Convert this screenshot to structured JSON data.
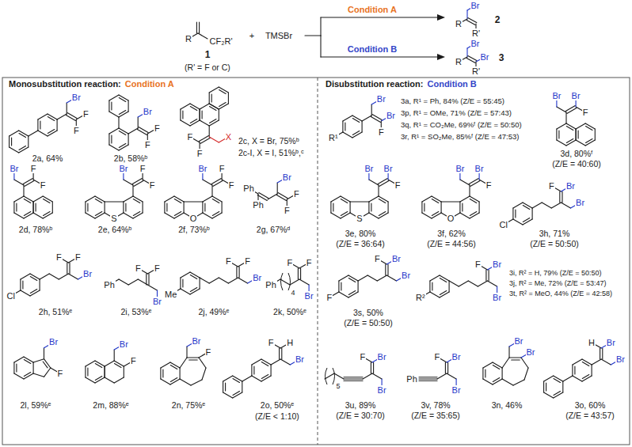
{
  "diagram": {
    "labels": [
      "Condition A",
      "Condition B",
      "R",
      "CF₂R'",
      "1",
      "(R' = F or C)",
      "+",
      "TMSBr",
      "Br",
      "R",
      "R'",
      "2",
      "Br",
      "Br",
      "R",
      "R'",
      "3",
      "Monosubstitution reaction:",
      "Condition A",
      "Disubstitution reaction:",
      "Condition B",
      "Br",
      "F",
      "F",
      "2a, 64%",
      "Br",
      "F",
      "F",
      "2b, 58%ᵇ",
      "X",
      "F",
      "F",
      "2c, X = Br, 75%ᵇ",
      "2c-I, X = I, 51%ᵇ,ᶜ",
      "Br",
      "F",
      "F",
      "2d, 78%ᵇ",
      "S",
      "Br",
      "F",
      "F",
      "2e, 64%ᵇ",
      "O",
      "Br",
      "F",
      "F",
      "2f, 73%ᵇ",
      "Ph",
      "Ph",
      "Br",
      "F",
      "F",
      "2g, 67%ᵈ",
      "Cl",
      "Br",
      "F",
      "F",
      "2h, 51%ᵉ",
      "Ph",
      "Br",
      "F",
      "F",
      "2i, 53%ᵉ",
      "Me",
      "Br",
      "F",
      "F",
      "2j, 49%ᵉ",
      "Ph",
      "4",
      "Br",
      "F",
      "F",
      "2k, 50%ᵉ",
      "Br",
      "F",
      "2l, 59%ᵉ",
      "Br",
      "F",
      "2m, 88%ᵉ",
      "Br",
      "F",
      "2n, 75%ᵉ",
      "Br",
      "F",
      "H",
      "2o, 50%ᵉ",
      "(Z/E < 1:10)",
      "R¹",
      "Br",
      "Br",
      "F",
      "3a, R¹ = Ph, 84% (Z/E = 55:45)",
      "3p, R¹ = OMe, 71% (Z/E = 57:43)",
      "3q, R¹ = CO₂Me, 69%ᶠ (Z/E = 50:50)",
      "3r, R¹ = SO₂Me, 85%ᶠ (Z/E = 47:53)",
      "Br",
      "F",
      "Br",
      "3d, 80%ᶠ",
      "(Z/E = 40:60)",
      "S",
      "Br",
      "F",
      "Br",
      "3e, 80%",
      "(Z/E = 36:64)",
      "O",
      "Br",
      "F",
      "Br",
      "3f, 62%",
      "(Z/E = 44:56)",
      "Cl",
      "Br",
      "F",
      "Br",
      "3h, 71%",
      "(Z/E = 50:50)",
      "F",
      "Br",
      "F",
      "Br",
      "3s, 50%",
      "(Z/E = 50:50)",
      "R²",
      "Br",
      "F",
      "Br",
      "3i, R² = H, 79% (Z/E = 50:50)",
      "3j, R² = Me, 72% (Z/E = 53:47)",
      "3t, R² = MeO, 44% (Z/E = 42:58)",
      "5",
      "Br",
      "F",
      "Br",
      "3u, 89%",
      "(Z/E = 30:70)",
      "Ph",
      "Br",
      "F",
      "Br",
      "3v, 78%",
      "(Z/E = 35:65)",
      "Br",
      "Br",
      "3n, 46%",
      "Br",
      "H",
      "Br",
      "3o, 60%",
      "(Z/E = 43:57)"
    ]
  }
}
